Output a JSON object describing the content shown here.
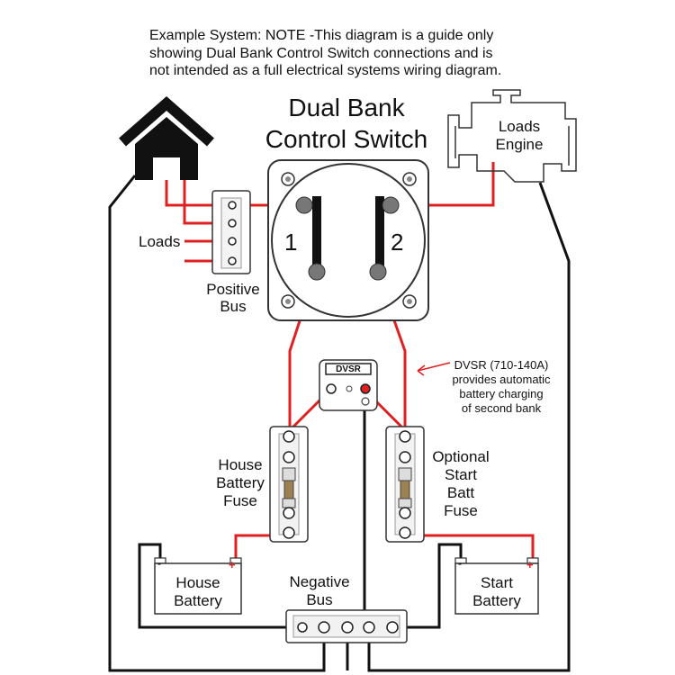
{
  "note": {
    "line1": "Example System: NOTE -This diagram is a guide only",
    "line2": "showing Dual Bank Control Switch connections and is",
    "line3": "not intended as a full electrical systems wiring diagram."
  },
  "title": {
    "line1": "Dual Bank",
    "line2": "Control Switch"
  },
  "switch": {
    "label_1": "1",
    "label_2": "2"
  },
  "engine": {
    "line1": "Loads",
    "line2": "Engine"
  },
  "loads_label": "Loads",
  "positive_bus": {
    "line1": "Positive",
    "line2": "Bus"
  },
  "dvsr": {
    "badge": "DVSR",
    "callout_line1": "DVSR (710-140A)",
    "callout_line2": "provides automatic",
    "callout_line3": "battery charging",
    "callout_line4": "of second bank"
  },
  "house_fuse": {
    "line1": "House",
    "line2": "Battery",
    "line3": "Fuse"
  },
  "start_fuse": {
    "line1": "Optional",
    "line2": "Start",
    "line3": "Batt",
    "line4": "Fuse"
  },
  "house_battery": {
    "line1": "House",
    "line2": "Battery",
    "neg": "-",
    "pos": "+"
  },
  "start_battery": {
    "line1": "Start",
    "line2": "Battery",
    "neg": "-",
    "pos": "+"
  },
  "negative_bus": {
    "line1": "Negative",
    "line2": "Bus"
  },
  "colors": {
    "positive_wire": "#e02020",
    "negative_wire": "#111111",
    "outline": "#222222"
  }
}
